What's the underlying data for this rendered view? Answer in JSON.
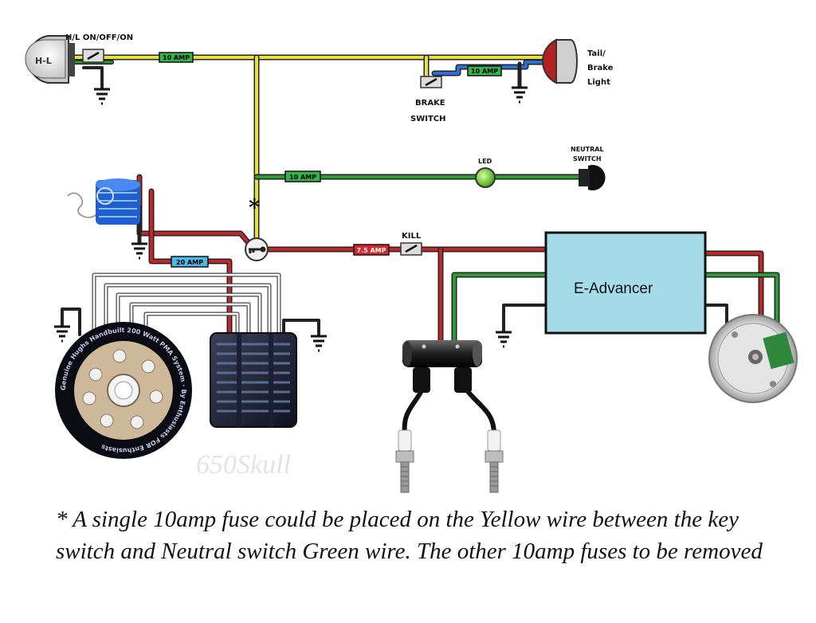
{
  "labels": {
    "headlight": "H-L",
    "hl_switch": "H/L ON/OFF/ON",
    "tail_brake_light": [
      "Tail/",
      "Brake",
      "Light"
    ],
    "brake_switch": [
      "BRAKE",
      "SWITCH"
    ],
    "led": "LED",
    "neutral_switch": [
      "NEUTRAL",
      "SWITCH"
    ],
    "asterisk": "*",
    "kill": "KILL",
    "e_advancer": "E-Advancer",
    "watermark": "650Skull",
    "pma_ring_text": "Genuine Hughs Handbuilt 200 Watt PMA System · By Enthusiasts FOR Enthusiasts"
  },
  "fuses": {
    "headlight_fuse": "10 AMP",
    "tail_fuse": "10 AMP",
    "neutral_fuse": "10 AMP",
    "kill_fuse": "7.5 AMP",
    "regulator_fuse": "20 AMP"
  },
  "colors": {
    "yellow_wire": "#e6e23a",
    "green_wire": "#2e9a35",
    "red_wire": "#c0262a",
    "blue_wire": "#2c6fd1",
    "white_wire": "#ffffff",
    "e_advancer_fill": "#a6dbe9",
    "fuse_green": "#34b34a",
    "fuse_red": "#d9262a",
    "fuse_blue": "#4fb6e8",
    "led_green": "#6fcf2f"
  },
  "footnote": "* A single 10amp fuse could be placed on the Yellow wire between the key switch and Neutral switch Green wire. The other 10amp fuses to be removed"
}
